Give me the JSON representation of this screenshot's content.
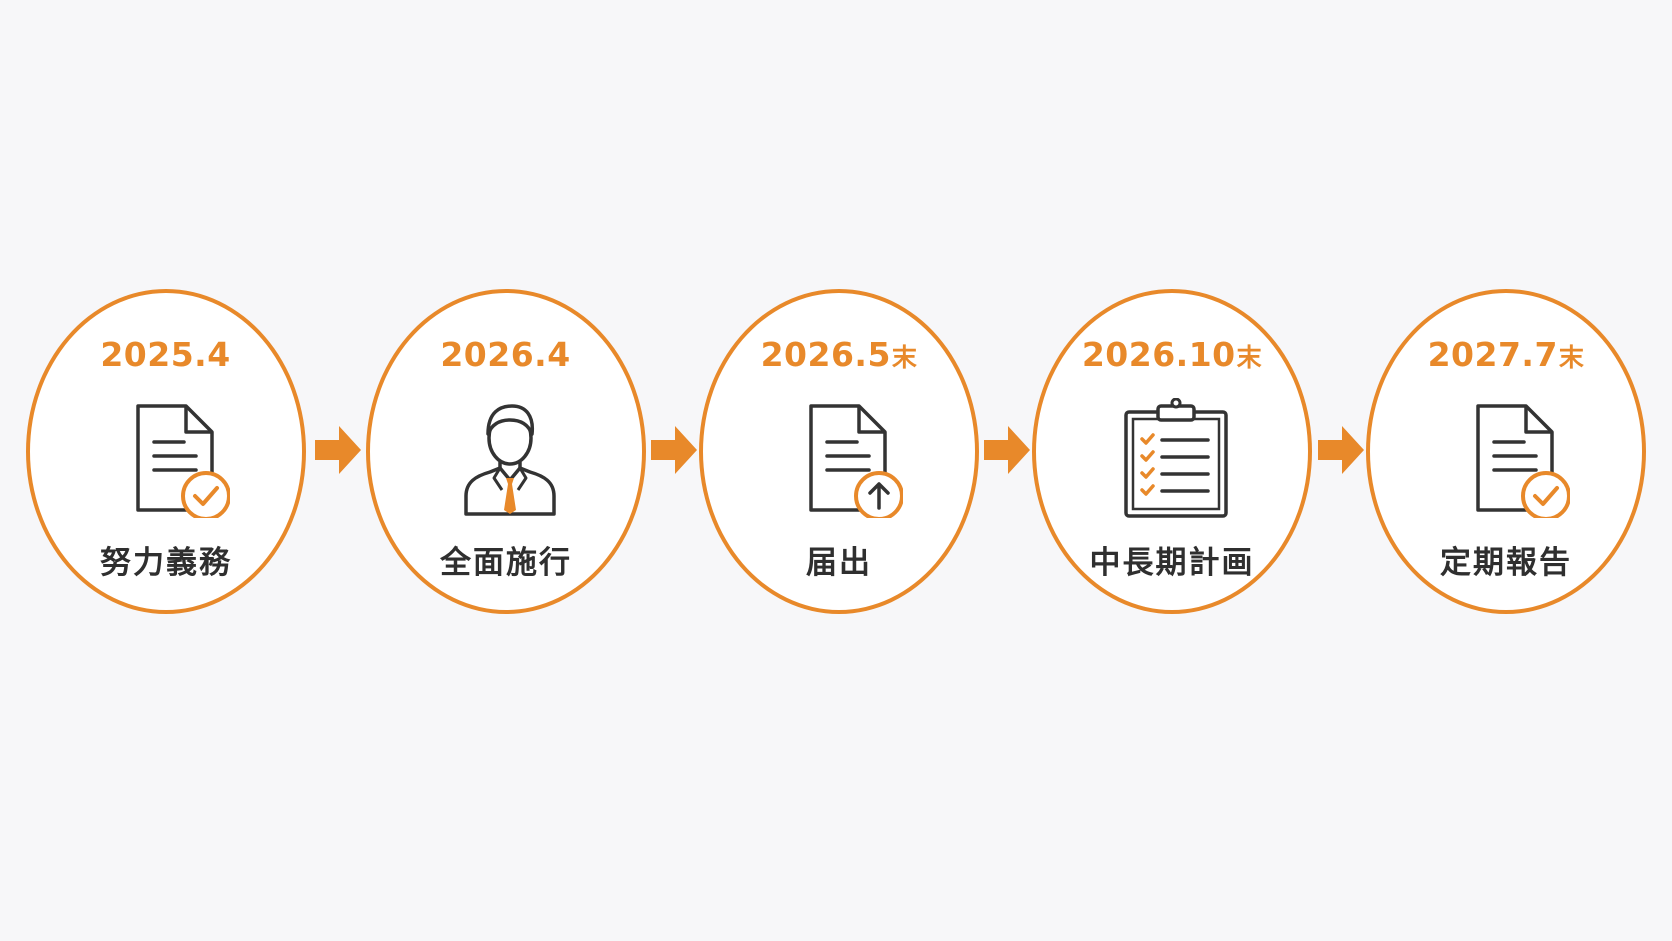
{
  "steps": [
    {
      "date": "2025.4",
      "date_suffix": "",
      "label": "努力義務",
      "icon": "document-check-icon"
    },
    {
      "date": "2026.4",
      "date_suffix": "",
      "label": "全面施行",
      "icon": "businessman-icon"
    },
    {
      "date": "2026.5",
      "date_suffix": "末",
      "label": "届出",
      "icon": "document-upload-icon"
    },
    {
      "date": "2026.10",
      "date_suffix": "末",
      "label": "中長期計画",
      "icon": "clipboard-checklist-icon"
    },
    {
      "date": "2027.7",
      "date_suffix": "末",
      "label": "定期報告",
      "icon": "document-check-icon"
    }
  ],
  "colors": {
    "accent": "#e8892a",
    "text": "#2f2f2f",
    "icon_stroke": "#333333",
    "background": "#f7f7f9"
  }
}
